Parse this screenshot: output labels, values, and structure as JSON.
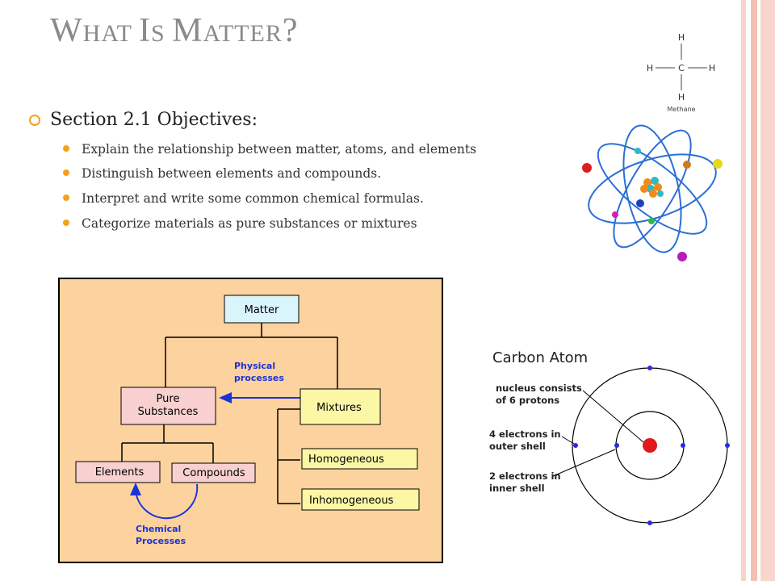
{
  "slide": {
    "title_parts": [
      {
        "text": "W",
        "size": "cap"
      },
      {
        "text": "HAT ",
        "size": "sm"
      },
      {
        "text": "I",
        "size": "cap"
      },
      {
        "text": "S ",
        "size": "sm"
      },
      {
        "text": "M",
        "size": "cap"
      },
      {
        "text": "ATTER",
        "size": "sm"
      },
      {
        "text": "?",
        "size": "cap"
      }
    ],
    "section_heading": "Section 2.1 Objectives:",
    "objectives": [
      "Explain the relationship between matter, atoms, and elements",
      "Distinguish between elements and compounds.",
      "Interpret and write some common chemical formulas.",
      "Categorize materials as pure substances or mixtures"
    ]
  },
  "methane": {
    "atoms": [
      "H",
      "H",
      "C",
      "H",
      "H"
    ],
    "caption": "Methane"
  },
  "flowchart": {
    "matter": "Matter",
    "pure_substances": [
      "Pure",
      "Substances"
    ],
    "mixtures": "Mixtures",
    "physical_processes": [
      "Physical",
      "processes"
    ],
    "elements": "Elements",
    "compounds": "Compounds",
    "chemical_processes": [
      "Chemical",
      "Processes"
    ],
    "homogeneous": "Homogeneous",
    "inhomogeneous": "Inhomogeneous"
  },
  "carbon_atom": {
    "title": "Carbon Atom",
    "label_nucleus": [
      "nucleus consists",
      "of 6 protons"
    ],
    "label_outer": [
      "4 electrons in",
      "outer shell"
    ],
    "label_inner": [
      "2 electrons in",
      "inner shell"
    ]
  },
  "colors": {
    "accent": "#f2a21b",
    "title_gray": "#8a8a8a",
    "flow_bg": "#fcd29e",
    "matter_box": "#d9f4fb",
    "pure_box": "#f9d0d0",
    "mix_box": "#fbf7a5",
    "arrow_blue": "#1a33d9",
    "edge_pink": "#f5c7bd"
  }
}
